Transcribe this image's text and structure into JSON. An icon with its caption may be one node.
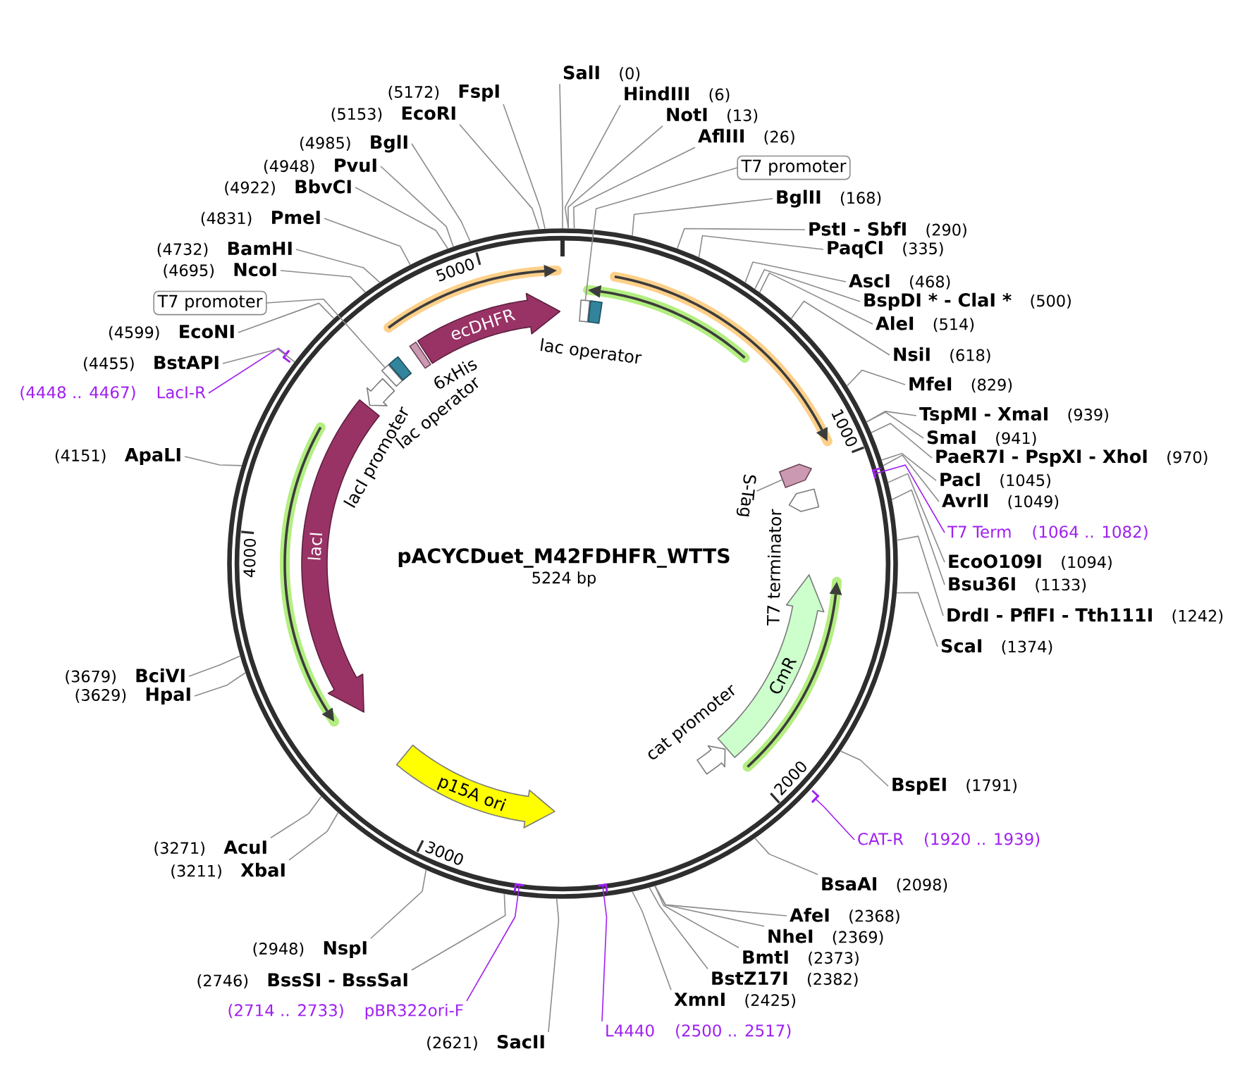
{
  "diagram": {
    "title": "pACYCDuet_M42FDHFR_WTTS",
    "nodes": [
      {
        "text": [],
        "shape": "circle"
      },
      {
        "text": [
          "SalI",
          "(0)"
        ]
      },
      {
        "text": [
          "HindIII",
          "(6)"
        ]
      },
      {
        "text": [
          "NotI",
          "(13)"
        ]
      },
      {
        "text": [
          "AflIII",
          "(26)"
        ]
      },
      {
        "text": [
          "T7 promoter"
        ]
      },
      {
        "text": [
          "BglII",
          "(168)"
        ]
      },
      {
        "text": [
          "PstI - SbfI",
          "(290)"
        ]
      },
      {
        "text": [
          "PaqCI",
          "(335)"
        ]
      },
      {
        "text": [
          "AscI",
          "(468)"
        ]
      },
      {
        "text": [
          "BspDI * - ClaI *",
          "(500)"
        ]
      },
      {
        "text": [
          "AleI",
          "(514)"
        ]
      },
      {
        "text": [
          "NsiI",
          "(618)"
        ]
      },
      {
        "text": [
          "MfeI",
          "(829)"
        ]
      },
      {
        "text": [
          "TspMI - XmaI",
          "(939)"
        ]
      },
      {
        "text": [
          "SmaI",
          "(941)"
        ]
      },
      {
        "text": [
          "PaeR7I - PspXI - XhoI",
          "(970)"
        ]
      },
      {
        "text": [
          "PacI",
          "(1045)"
        ]
      },
      {
        "text": [
          "AvrII",
          "(1049)"
        ]
      },
      {
        "text": [
          "T7 Term",
          "(1064 .. 1082)"
        ]
      },
      {
        "text": [
          "EcoO109I",
          "(1094)"
        ]
      },
      {
        "text": [
          "Bsu36I",
          "(1133)"
        ]
      },
      {
        "text": [
          "DrdI - PflFI - Tth111I",
          "(1242)"
        ]
      },
      {
        "text": [
          "ScaI",
          "(1374)"
        ]
      },
      {
        "text": [
          "BspEI",
          "(1791)"
        ]
      },
      {
        "text": [
          "CAT-R",
          "(1920 .. 1939)"
        ]
      },
      {
        "text": [
          "BsaAI",
          "(2098)"
        ]
      },
      {
        "text": [
          "AfeI",
          "(2368)"
        ]
      },
      {
        "text": [
          "NheI",
          "(2369)"
        ]
      },
      {
        "text": [
          "BmtI",
          "(2373)"
        ]
      },
      {
        "text": [
          "BstZ17I",
          "(2382)"
        ]
      },
      {
        "text": [
          "XmnI",
          "(2425)"
        ]
      },
      {
        "text": [
          "L4440",
          "(2500 .. 2517)"
        ]
      },
      {
        "text": [
          "(2621)",
          "SacII"
        ]
      },
      {
        "text": [
          "(2714 .. 2733)",
          "pBR322ori-F"
        ]
      },
      {
        "text": [
          "(2746)",
          "BssSI - BssSaI"
        ]
      },
      {
        "text": [
          "(2948)",
          "NspI"
        ]
      },
      {
        "text": [
          "(3211)",
          "XbaI"
        ]
      },
      {
        "text": [
          "(3271)",
          "AcuI"
        ]
      },
      {
        "text": [
          "(3629)",
          "HpaI"
        ]
      },
      {
        "text": [
          "(3679)",
          "BciVI"
        ]
      },
      {
        "text": [
          "(4151)",
          "ApaLI"
        ]
      },
      {
        "text": [
          "(4448 .. 4467)",
          "LacI-R"
        ]
      },
      {
        "text": [
          "(4455)",
          "BstAPI"
        ]
      },
      {
        "text": [
          "(4599)",
          "EcoNI"
        ]
      },
      {
        "text": [
          "T7 promoter"
        ]
      },
      {
        "text": [
          "(4695)",
          "NcoI"
        ]
      },
      {
        "text": [
          "(4732)",
          "BamHI"
        ]
      },
      {
        "text": [
          "(4831)",
          "PmeI"
        ]
      },
      {
        "text": [
          "(4922)",
          "BbvCI"
        ]
      },
      {
        "text": [
          "(4948)",
          "PvuI"
        ]
      },
      {
        "text": [
          "(4985)",
          "BglI"
        ]
      },
      {
        "text": [
          "(5153)",
          "EcoRI"
        ]
      },
      {
        "text": [
          "(5172)",
          "FspI"
        ]
      },
      {
        "text": [],
        "shape": "box",
        "in": 0
      },
      {
        "text": [
          "lac operator"
        ],
        "in": 0
      },
      {
        "text": [
          "ecDHFR"
        ],
        "in": 0
      },
      {
        "text": [
          "6xHis"
        ],
        "in": 0
      },
      {
        "text": [],
        "shape": "box",
        "in": 0
      },
      {
        "text": [
          "lac operator"
        ],
        "in": 0
      },
      {
        "text": [
          "lacI promoter"
        ],
        "in": 0
      },
      {
        "text": [
          "lacI"
        ],
        "in": 0
      },
      {
        "text": [
          "p15A ori"
        ],
        "in": 0
      },
      {
        "text": [
          "cat promoter"
        ],
        "in": 0
      },
      {
        "text": [
          "CmR"
        ],
        "in": 0
      },
      {
        "text": [
          "T7 terminator"
        ],
        "in": 0
      },
      {
        "text": [
          "S-Tag"
        ],
        "in": 0
      },
      {
        "text": [],
        "shape": "arrow",
        "in": 0
      },
      {
        "text": [],
        "shape": "bar"
      },
      {
        "text": [],
        "shape": "bar",
        "in": 0
      },
      {
        "text": [],
        "shape": "bar"
      },
      {
        "text": [],
        "shape": "bar",
        "in": 0
      },
      {
        "text": [],
        "shape": "bar",
        "in": 0
      }
    ],
    "edges": [
      {
        "from": 1,
        "to": 0,
        "arrow": "none"
      },
      {
        "from": 2,
        "to": 0,
        "arrow": "none"
      },
      {
        "from": 3,
        "to": 0,
        "arrow": "none"
      },
      {
        "from": 4,
        "to": 0,
        "arrow": "none"
      },
      {
        "from": 5,
        "to": 54,
        "arrow": "none"
      },
      {
        "from": 6,
        "to": 0,
        "arrow": "none"
      },
      {
        "from": 7,
        "to": 0,
        "arrow": "none"
      },
      {
        "from": 8,
        "to": 0,
        "arrow": "none"
      },
      {
        "from": 9,
        "to": 0,
        "arrow": "none"
      },
      {
        "from": 10,
        "to": 0,
        "arrow": "none"
      },
      {
        "from": 11,
        "to": 0,
        "arrow": "none"
      },
      {
        "from": 12,
        "to": 0,
        "arrow": "none"
      },
      {
        "from": 13,
        "to": 0,
        "arrow": "none"
      },
      {
        "from": 14,
        "to": 0,
        "arrow": "none"
      },
      {
        "from": 15,
        "to": 0,
        "arrow": "none"
      },
      {
        "from": 16,
        "to": 0,
        "arrow": "none"
      },
      {
        "from": 17,
        "to": 0,
        "arrow": "none"
      },
      {
        "from": 18,
        "to": 0,
        "arrow": "none"
      },
      {
        "from": 19,
        "to": 69,
        "arrow": "none",
        "color": "#a020f0"
      },
      {
        "from": 20,
        "to": 0,
        "arrow": "none"
      },
      {
        "from": 21,
        "to": 0,
        "arrow": "none"
      },
      {
        "from": 22,
        "to": 0,
        "arrow": "none"
      },
      {
        "from": 23,
        "to": 0,
        "arrow": "none"
      },
      {
        "from": 24,
        "to": 0,
        "arrow": "none"
      },
      {
        "from": 25,
        "to": 70,
        "arrow": "none",
        "color": "#a020f0"
      },
      {
        "from": 26,
        "to": 0,
        "arrow": "none"
      },
      {
        "from": 27,
        "to": 0,
        "arrow": "none"
      },
      {
        "from": 28,
        "to": 0,
        "arrow": "none"
      },
      {
        "from": 29,
        "to": 0,
        "arrow": "none"
      },
      {
        "from": 30,
        "to": 0,
        "arrow": "none"
      },
      {
        "from": 31,
        "to": 0,
        "arrow": "none"
      },
      {
        "from": 32,
        "to": 71,
        "arrow": "none",
        "color": "#a020f0"
      },
      {
        "from": 33,
        "to": 0,
        "arrow": "none"
      },
      {
        "from": 34,
        "to": 72,
        "arrow": "none",
        "color": "#a020f0"
      },
      {
        "from": 35,
        "to": 0,
        "arrow": "none"
      },
      {
        "from": 36,
        "to": 0,
        "arrow": "none"
      },
      {
        "from": 37,
        "to": 0,
        "arrow": "none"
      },
      {
        "from": 38,
        "to": 0,
        "arrow": "none"
      },
      {
        "from": 39,
        "to": 0,
        "arrow": "none"
      },
      {
        "from": 40,
        "to": 0,
        "arrow": "none"
      },
      {
        "from": 41,
        "to": 0,
        "arrow": "none"
      },
      {
        "from": 42,
        "to": 68,
        "arrow": "none",
        "color": "#a020f0"
      },
      {
        "from": 43,
        "to": 0,
        "arrow": "none"
      },
      {
        "from": 44,
        "to": 0,
        "arrow": "none"
      },
      {
        "from": 45,
        "to": 58,
        "arrow": "none"
      },
      {
        "from": 46,
        "to": 0,
        "arrow": "none"
      },
      {
        "from": 47,
        "to": 0,
        "arrow": "none"
      },
      {
        "from": 48,
        "to": 0,
        "arrow": "none"
      },
      {
        "from": 49,
        "to": 0,
        "arrow": "none"
      },
      {
        "from": 50,
        "to": 0,
        "arrow": "none"
      },
      {
        "from": 51,
        "to": 0,
        "arrow": "none"
      },
      {
        "from": 52,
        "to": 0,
        "arrow": "none"
      },
      {
        "from": 53,
        "to": 0,
        "arrow": "none"
      },
      {
        "from": 66,
        "to": 67,
        "arrow": "none"
      }
    ],
    "labels": [
      "5224 bp",
      "1000",
      "2000",
      "3000",
      "4000",
      "5000"
    ]
  }
}
